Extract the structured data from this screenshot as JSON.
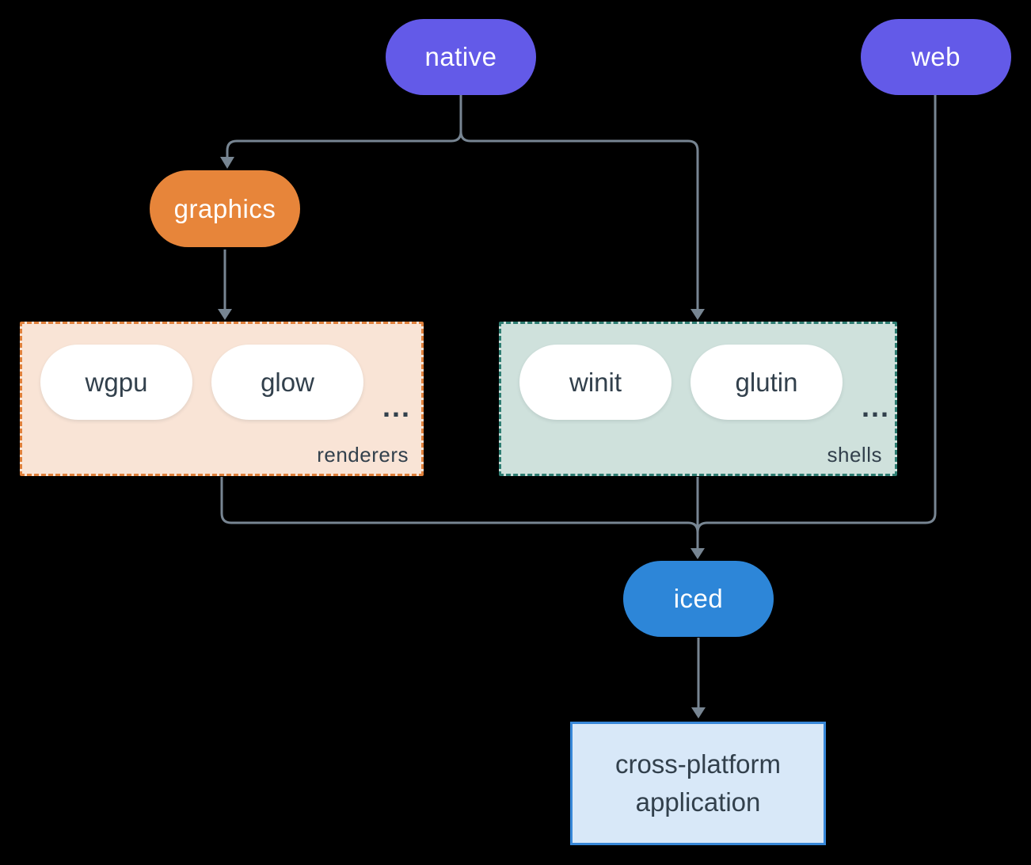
{
  "background": "#000000",
  "connector_color": "#778592",
  "nodes": {
    "native": {
      "label": "native",
      "color": "#635AE8",
      "text_color": "#FFFFFF"
    },
    "web": {
      "label": "web",
      "color": "#635AE8",
      "text_color": "#FFFFFF"
    },
    "graphics": {
      "label": "graphics",
      "color": "#E7853A",
      "text_color": "#FFFFFF"
    },
    "iced": {
      "label": "iced",
      "color": "#2D86D8",
      "text_color": "#FFFFFF"
    },
    "application": {
      "label": "cross-platform application",
      "bg": "#D8E8F8",
      "border": "#3787D8",
      "text_color": "#32404C"
    }
  },
  "groups": {
    "renderers": {
      "label": "renderers",
      "items": [
        "wgpu",
        "glow"
      ],
      "ellipsis": "...",
      "bg": "#F9E4D6",
      "border": "#E0813C",
      "item_text_color": "#32404C"
    },
    "shells": {
      "label": "shells",
      "items": [
        "winit",
        "glutin"
      ],
      "ellipsis": "...",
      "bg": "#CFE1DC",
      "border": "#2E7D72",
      "item_text_color": "#32404C"
    }
  }
}
